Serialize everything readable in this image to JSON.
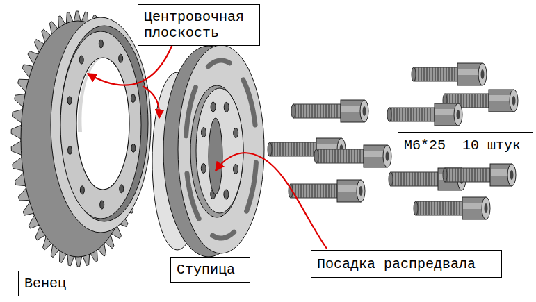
{
  "diagram": {
    "nodes": [
      {
        "text": [
          "Центровочная плоскость"
        ]
      },
      {
        "text": [
          "M6*25  10 штук"
        ]
      },
      {
        "text": [
          "Посадка распредвала"
        ]
      },
      {
        "text": [
          "Ступица"
        ]
      },
      {
        "text": [
          "Венец"
        ]
      }
    ]
  }
}
